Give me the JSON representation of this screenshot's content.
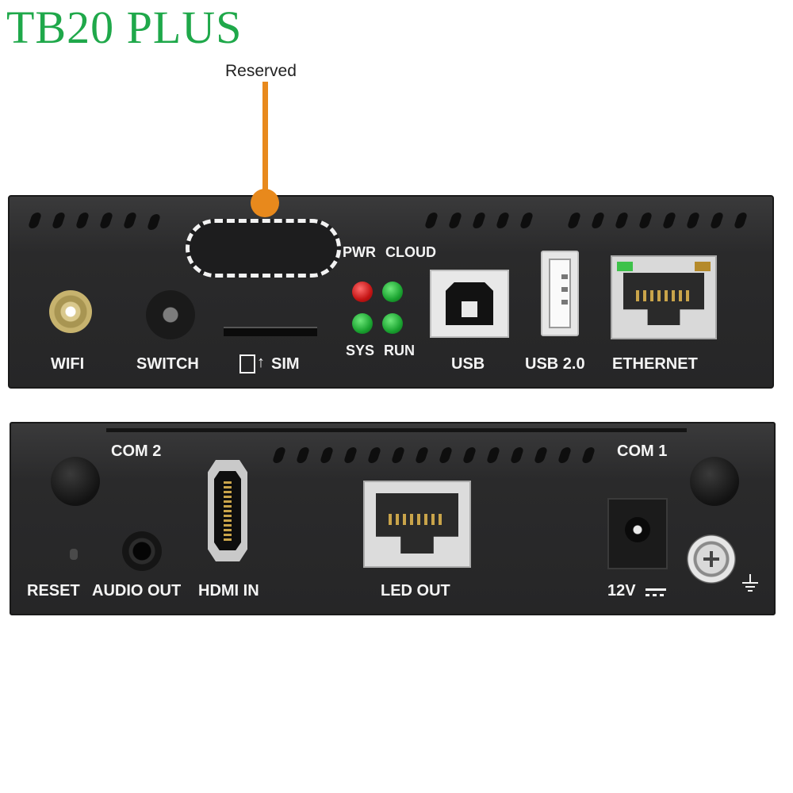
{
  "title": "TB20 PLUS",
  "callout": {
    "label": "Reserved"
  },
  "front_panel": {
    "labels": {
      "wifi": "WIFI",
      "switch": "SWITCH",
      "sim": "SIM",
      "pwr": "PWR",
      "cloud": "CLOUD",
      "sys": "SYS",
      "run": "RUN",
      "usb": "USB",
      "usb2": "USB 2.0",
      "ethernet": "ETHERNET"
    },
    "led_colors": {
      "pwr": "#c41414",
      "cloud": "#1aa330",
      "sys": "#1aa330",
      "run": "#1aa330"
    }
  },
  "back_panel": {
    "labels": {
      "com2": "COM 2",
      "com1": "COM 1",
      "reset": "RESET",
      "audio_out": "AUDIO OUT",
      "hdmi_in": "HDMI IN",
      "led_out": "LED OUT",
      "power": "12V"
    }
  },
  "colors": {
    "title": "#1fa84a",
    "callout": "#e8891c",
    "panel": "#2a2a2b"
  }
}
